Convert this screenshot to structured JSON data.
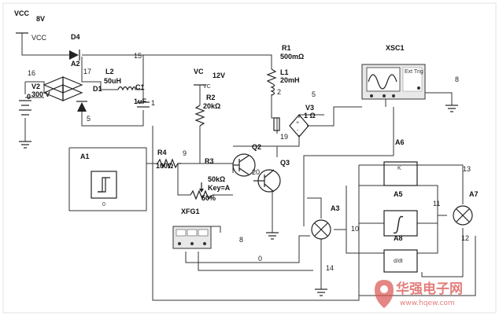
{
  "components": {
    "vcc": {
      "name": "VCC",
      "value": "8V",
      "pin": "VCC"
    },
    "d4": {
      "name": "D4"
    },
    "a2": {
      "name": "A2"
    },
    "v2": {
      "name": "V2",
      "value": "300 V"
    },
    "l2": {
      "name": "L2",
      "value": "50uH"
    },
    "d1": {
      "name": "D1"
    },
    "c1": {
      "name": "C1",
      "value": "1uF"
    },
    "vc": {
      "name": "VC",
      "value": "12V",
      "pin": "VC"
    },
    "r2": {
      "name": "R2",
      "value": "20kΩ"
    },
    "r1": {
      "name": "R1",
      "value": "500mΩ"
    },
    "l1": {
      "name": "L1",
      "value": "20mH"
    },
    "v3": {
      "name": "V3",
      "value": "1 Ω"
    },
    "xsc1": {
      "name": "XSC1",
      "ext": "Ext Trig"
    },
    "a1": {
      "name": "A1"
    },
    "r4": {
      "name": "R4",
      "value": "100Ω"
    },
    "r3": {
      "name": "R3",
      "value": "50kΩ",
      "key": "Key=A",
      "percent": "50%"
    },
    "q2": {
      "name": "Q2"
    },
    "q3": {
      "name": "Q3"
    },
    "xfg1": {
      "name": "XFG1"
    },
    "a3": {
      "name": "A3"
    },
    "a5": {
      "name": "A5",
      "gain": "K"
    },
    "a6": {
      "name": "A6"
    },
    "a7": {
      "name": "A7"
    },
    "a8": {
      "name": "A8"
    },
    "ddt": {
      "label": "d/dt"
    }
  },
  "nodes": [
    "15",
    "16",
    "17",
    "5",
    "1",
    "9",
    "2",
    "19",
    "5",
    "0",
    "20",
    "8",
    "0",
    "14",
    "10",
    "11",
    "12",
    "13",
    "0",
    "0"
  ],
  "watermark": {
    "text": "华强电子网",
    "url": "www.hqew.com"
  },
  "icons": [
    "source-icon",
    "diode-icon",
    "inductor-icon",
    "capacitor-icon",
    "resistor-icon",
    "transistor-icon",
    "multiplier-icon",
    "integrator-icon",
    "oscilloscope-icon",
    "ground-icon",
    "function-generator-icon"
  ]
}
